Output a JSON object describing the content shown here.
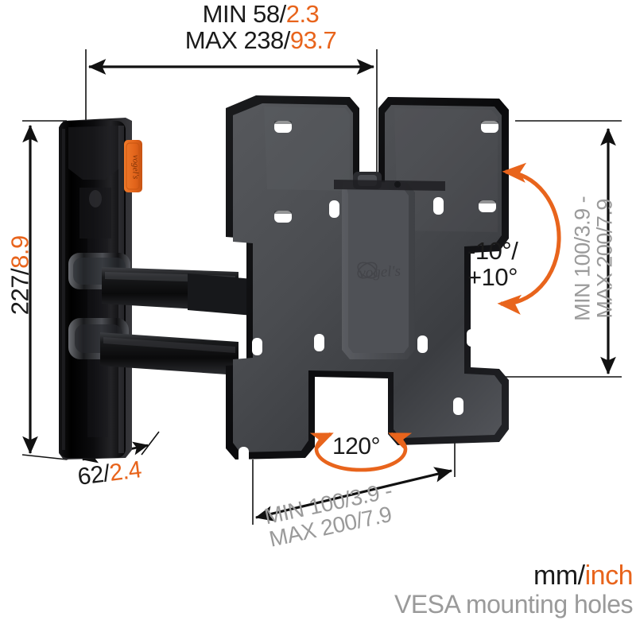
{
  "diagram": {
    "product": "TV wall mount full-motion bracket technical drawing",
    "top_dimension": {
      "min_label_black": "MIN 58/",
      "min_label_orange": "2.3",
      "max_label_black": "MAX 238/",
      "max_label_orange": "93.7"
    },
    "left_dimension": {
      "label_black": "227/",
      "label_orange": "8.9"
    },
    "depth_dimension": {
      "label_black": "62/",
      "label_orange": "2.4"
    },
    "tilt": {
      "line1": "-10°/",
      "line2": "+10°"
    },
    "rotation": {
      "label": "120°"
    },
    "vesa_vertical": {
      "line1": "MIN 100/3.9 -",
      "line2": "MAX 200/7.9"
    },
    "vesa_horizontal": {
      "line1": "MIN 100/3.9 -",
      "line2": "MAX 200/7.9"
    },
    "legend": {
      "unit_black": "mm/",
      "unit_orange": "inch",
      "vesa_text": "VESA mounting holes"
    },
    "brand": {
      "logo_text": "vogel's",
      "tab_text": "vogel's"
    },
    "colors": {
      "orange": "#e8641c",
      "black": "#1a1a1a",
      "gray": "#9a9a9a",
      "bracket_dark": "#4a4c4f",
      "wallplate_black": "#0b0b0d"
    }
  }
}
